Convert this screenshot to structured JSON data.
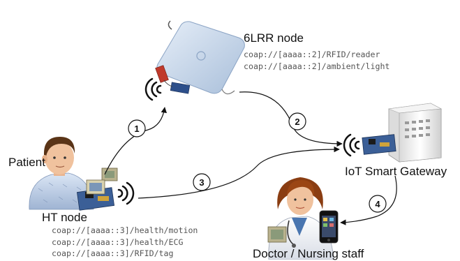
{
  "nodes": {
    "lrr": {
      "title": "6LRR node",
      "resources": [
        "coap://[aaaa::2]/RFID/reader",
        "coap://[aaaa::2]/ambient/light"
      ]
    },
    "gateway": {
      "title": "IoT Smart Gateway"
    },
    "patient": {
      "title": "Patient"
    },
    "ht": {
      "title": "HT node",
      "resources": [
        "coap://[aaaa::3]/health/motion",
        "coap://[aaaa::3]/health/ECG",
        "coap://[aaaa::3]/RFID/tag"
      ]
    },
    "doctor": {
      "title": "Doctor / Nursing staff"
    }
  },
  "steps": [
    "1",
    "2",
    "3",
    "4"
  ],
  "icons": [
    "rfid-reader-panel-icon",
    "server-tower-icon",
    "patient-avatar-icon",
    "doctor-avatar-icon",
    "smartphone-icon",
    "sensor-board-icon",
    "wireless-signal-icon"
  ]
}
